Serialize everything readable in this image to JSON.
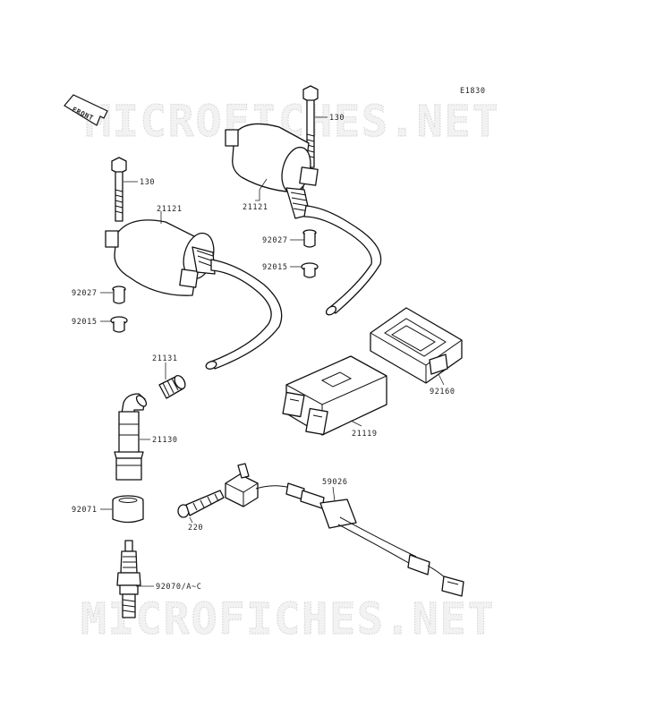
{
  "diagram_code": "E1830",
  "front_label": "FRONT",
  "watermark": "MICROFICHES.NET",
  "parts": {
    "bolt_right": "130",
    "bolt_left": "130",
    "coil_right": "21121",
    "coil_left": "21121",
    "collar_right": "92027",
    "bushing_right": "92015",
    "collar_left": "92027",
    "bushing_left": "92015",
    "cap_seal": "21131",
    "plug_cap": "21130",
    "rubber_grommet": "92071",
    "spark_plug": "92070/A~C",
    "igniter": "21119",
    "igniter_cover": "92160",
    "sensor_harness": "59026",
    "screw": "220"
  }
}
